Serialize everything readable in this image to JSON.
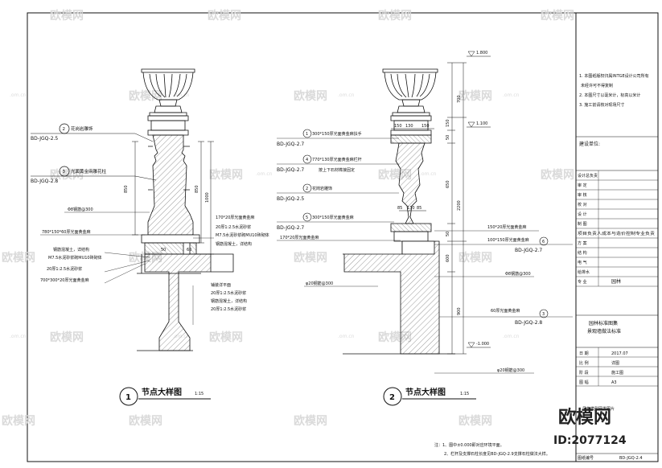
{
  "watermark": {
    "brand": "欧模网",
    "url": ".om.cn"
  },
  "detail1": {
    "title_number": "1",
    "title": "节点大样图",
    "scale": "1:15",
    "dim_850": "850",
    "dim_1000": "1000",
    "dim_50": "50",
    "dim_60": "60",
    "callouts": [
      {
        "num": "2",
        "code": "BD-JGQ-2.5",
        "label": "花岗岩雕饰"
      },
      {
        "num": "3",
        "code": "BD-JGQ-2.8",
        "label": "光面黄金麻雕花柱"
      }
    ],
    "left_notes": [
      "Φ8钢筋@300",
      "780*150*60厚光面黄金麻",
      "钢筋混凝土，详结构",
      "M7.5水泥砂浆砌MU10砖砌体",
      "20厚1:2.5水泥砂浆",
      "700*300*20厚光面黄金麻"
    ],
    "right_notes": [
      "170*20厚光面黄金麻",
      "20厚1:2.5水泥砂浆",
      "M7.5水泥砂浆砌MU10砖砌体",
      "钢筋混凝土，详结构"
    ],
    "bottom_notes": [
      "铺装详平面",
      "20厚1:2.5水泥砂浆",
      "钢筋混凝土，详结构",
      "20厚1:2.5水泥砂浆"
    ]
  },
  "detail2": {
    "title_number": "2",
    "title": "节点大样图",
    "scale": "1:15",
    "elevations": [
      "1.800",
      "1.100",
      "-1.000"
    ],
    "vertical_dims": [
      "700",
      "150",
      "50",
      "650",
      "2200",
      "50",
      "600",
      "900"
    ],
    "horizontal_dims": [
      "150",
      "130",
      "150",
      "85",
      "85",
      "130"
    ],
    "left_notes": [
      "300*150厚光面黄金麻扶手",
      "770*130厚光面黄金麻栏杆",
      "按上下石材榫接固定",
      "花岗岩雕饰",
      "300*150厚光面黄金麻",
      "170*20厚光面黄金麻",
      "φ20钢筋@300"
    ],
    "left_codes": [
      {
        "num": "1",
        "code": "BD-JGQ-2.7"
      },
      {
        "num": "4",
        "code": "BD-JGQ-2.7"
      },
      {
        "num": "2",
        "code": "BD-JGQ-2.5"
      },
      {
        "num": "5",
        "code": "BD-JGQ-2.7"
      }
    ],
    "right_notes": [
      "150*20厚光面黄金麻",
      "100*150厚光面黄金麻",
      "Φ8钢筋@300",
      "60厚光面黄金麻",
      "φ20钢筋@300"
    ],
    "right_codes": [
      {
        "num": "6",
        "code": "BD-JGQ-2.7"
      },
      {
        "num": "3",
        "code": "BD-JGQ-2.8"
      }
    ]
  },
  "notes": [
    "注：1、图中±0.000即对应环境平面。",
    "2、栏杆及支撑石柱长度见BD-JGQ-2.9支撑石柱做法大样。"
  ],
  "title_block": {
    "top_notes": [
      "1. 本图纸版权归属INTGE设计公司所有",
      "未经许可不得复制",
      "2. 本图尺寸以毫米计，标高以米计",
      "3. 施工前请核对现场尺寸"
    ],
    "project_label": "建设单位:",
    "rows": [
      {
        "label": "设计总负责",
        "value": ""
      },
      {
        "label": "审 定",
        "value": ""
      },
      {
        "label": "审 核",
        "value": ""
      },
      {
        "label": "校 对",
        "value": ""
      },
      {
        "label": "设 计",
        "value": ""
      },
      {
        "label": "制 图",
        "value": ""
      },
      {
        "label": "项目负责人成本与造价控制专业负责",
        "value": ""
      },
      {
        "label": "方 案",
        "value": ""
      },
      {
        "label": "结 构",
        "value": ""
      },
      {
        "label": "电 气",
        "value": ""
      },
      {
        "label": "给排水",
        "value": ""
      },
      {
        "label": "专 业",
        "value": "园林"
      }
    ],
    "project_name": "园林标准图集",
    "drawing_name": "景观墙做法标准",
    "info": [
      {
        "label": "日 期",
        "value": "2017.07"
      },
      {
        "label": "比 例",
        "value": "详图"
      },
      {
        "label": "阶 段",
        "value": "施工图"
      },
      {
        "label": "图 幅",
        "value": "A3"
      }
    ],
    "seal_text": "风格模型网发图片",
    "drawing_number_label": "图纸编号",
    "drawing_number": "BD-JGQ-2.4",
    "site_id": "ID:2077124"
  }
}
